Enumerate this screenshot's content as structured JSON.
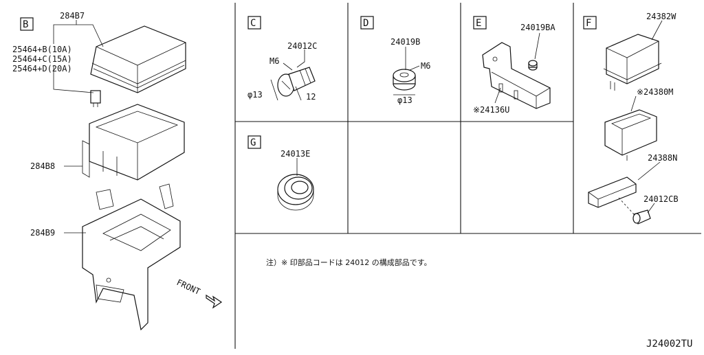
{
  "diagram": {
    "sections": {
      "B": "B",
      "C": "C",
      "D": "D",
      "E": "E",
      "F": "F",
      "G": "G"
    },
    "parts": {
      "p284B7": "284B7",
      "p25464B": "25464+B(10A)",
      "p25464C": "25464+C(15A)",
      "p25464D": "25464+D(20A)",
      "p284B8": "284B8",
      "p284B9": "284B9",
      "front": "FRONT",
      "p24012C": "24012C",
      "m6_c": "M6",
      "dia13_c": "φ13",
      "len12": "12",
      "p24019B": "24019B",
      "m6_d": "M6",
      "dia13_d": "φ13",
      "p24019BA": "24019BA",
      "p24136U": "※24136U",
      "p24382W": "24382W",
      "p24380M": "※24380M",
      "p24388N": "24388N",
      "p24012CB": "24012CB",
      "p24013E": "24013E"
    },
    "note": "注）※ 印部品コードは 24012 の構成部品です。",
    "drawing_code": "J24002TU"
  }
}
